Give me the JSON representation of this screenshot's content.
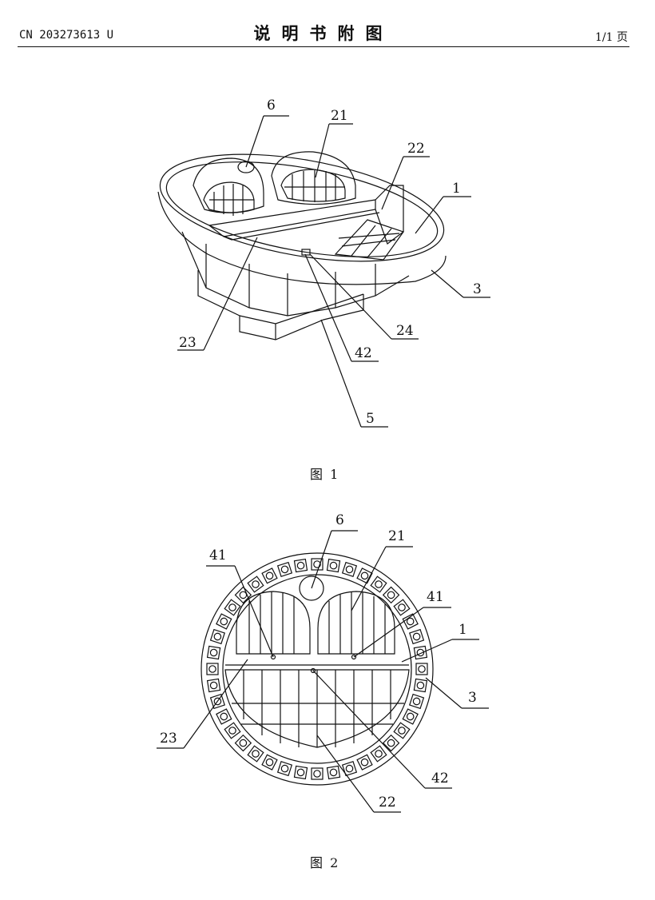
{
  "header": {
    "publication_number": "CN 203273613 U",
    "title": "说明书附图",
    "page": "1/1 页"
  },
  "figure1": {
    "caption": "图 1",
    "labels": {
      "l6": "6",
      "l21": "21",
      "l22": "22",
      "l1": "1",
      "l3": "3",
      "l23": "23",
      "l24": "24",
      "l42": "42",
      "l5": "5"
    }
  },
  "figure2": {
    "caption": "图 2",
    "labels": {
      "l6": "6",
      "l21": "21",
      "l41a": "41",
      "l41b": "41",
      "l1": "1",
      "l3": "3",
      "l23": "23",
      "l42": "42",
      "l22": "22"
    }
  }
}
